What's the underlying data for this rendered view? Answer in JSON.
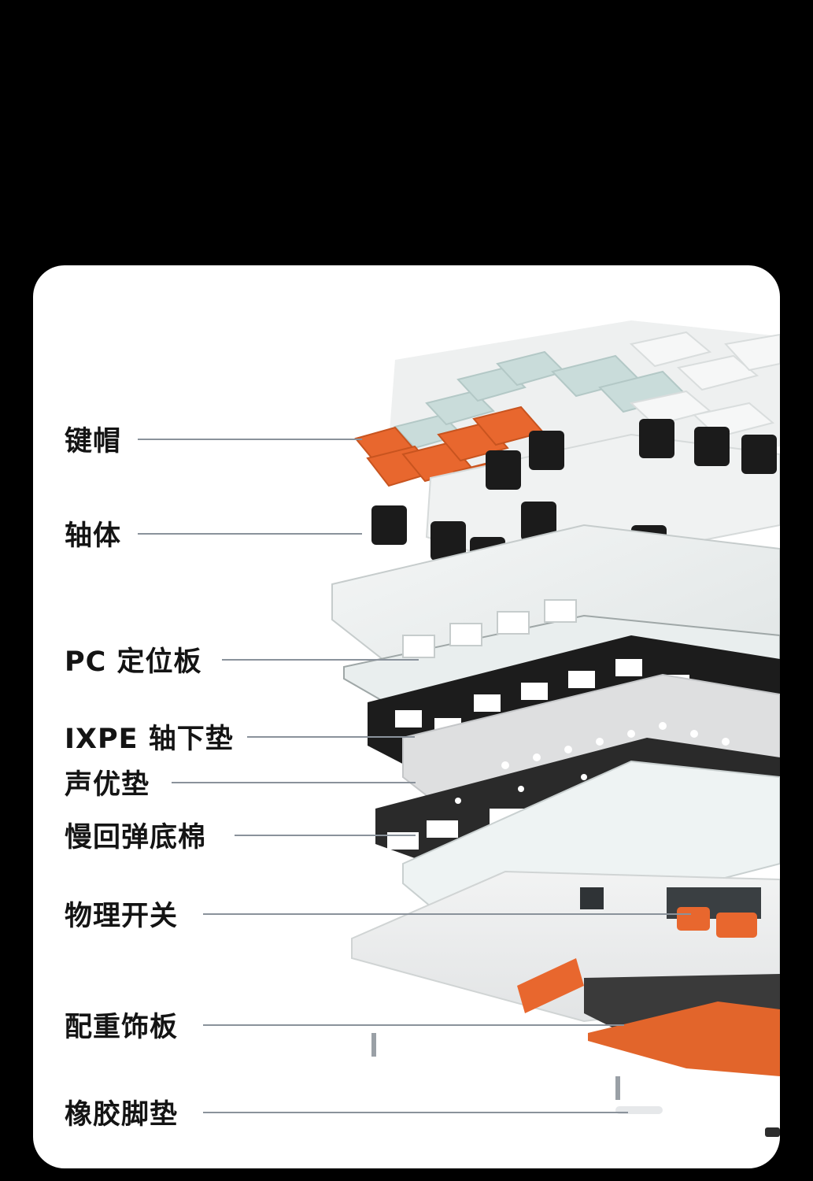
{
  "image": {
    "description_free": true
  },
  "labels": [
    {
      "id": "keycap",
      "text": "键帽"
    },
    {
      "id": "switch",
      "text": "轴体"
    },
    {
      "id": "plate",
      "text": "PC 定位板"
    },
    {
      "id": "ixpe",
      "text": "IXPE 轴下垫"
    },
    {
      "id": "acoustic",
      "text": "声优垫"
    },
    {
      "id": "foam",
      "text": "慢回弹底棉"
    },
    {
      "id": "switch-toggle",
      "text": "物理开关"
    },
    {
      "id": "weight",
      "text": "配重饰板"
    },
    {
      "id": "feet",
      "text": "橡胶脚垫"
    }
  ],
  "colors": {
    "background": "#000000",
    "card": "#ffffff",
    "accent_orange": "#e8672e",
    "keycap_mint": "#c9dcda",
    "leader_line": "#8a929b"
  }
}
